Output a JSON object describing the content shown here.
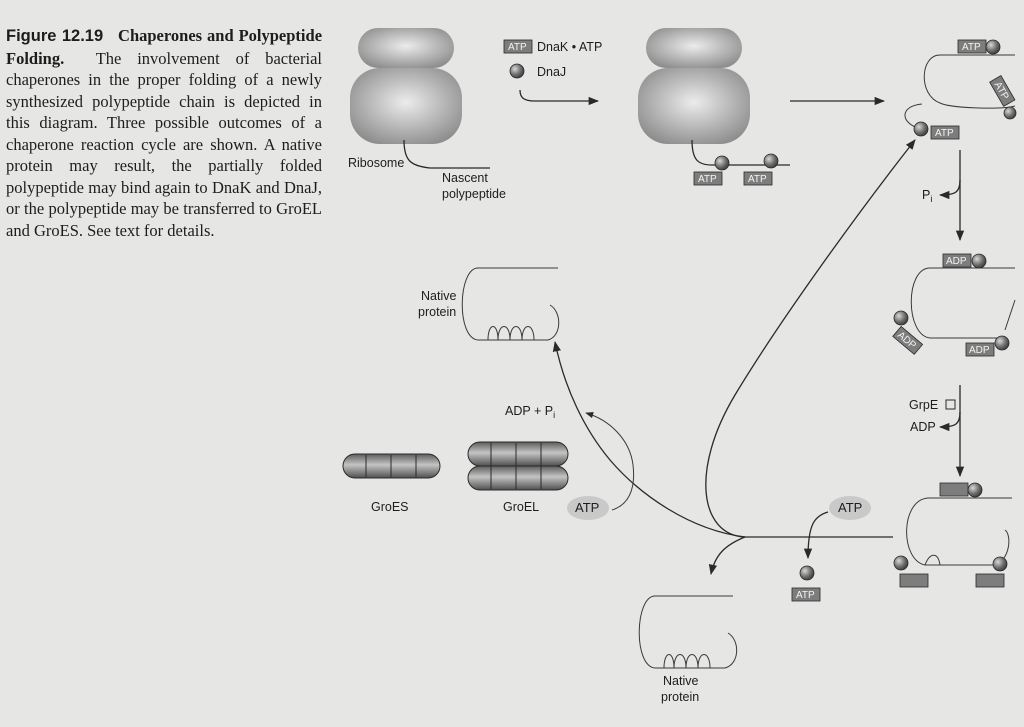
{
  "caption": {
    "figure_number": "Figure 12.19",
    "title": "Chaperones and Polypeptide Folding.",
    "body": "The involvement of bacterial chaperones in the proper folding of a newly synthesized polypeptide chain is depicted in this diagram. Three possible outcomes of a chaperone reaction cycle are shown. A native protein may result, the partially folded polypeptide may bind again to DnaK and DnaJ, or the polypeptide may be transferred to GroEL and GroES. See text for details."
  },
  "labels": {
    "ribosome": "Ribosome",
    "nascent_line1": "Nascent",
    "nascent_line2": "polypeptide",
    "legend_dnak_atp": "DnaK • ATP",
    "legend_dnaj": "DnaJ",
    "atp_tag": "ATP",
    "adp_tag": "ADP",
    "pi": "P",
    "pi_sub": "i",
    "grpe": "GrpE",
    "adp": "ADP",
    "atp": "ATP",
    "adp_pi": "ADP + P",
    "adp_pi_sub": "i",
    "native_line1": "Native",
    "native_line2": "protein",
    "groes": "GroES",
    "groel": "GroEL"
  },
  "colors": {
    "background": "#e6e6e4",
    "tag_fill": "#7d7d7d",
    "sphere_fill": "#6a6a6a",
    "ribosome_fill": "#a9a9a9",
    "atp_ellipse": "#c9c9c9"
  }
}
